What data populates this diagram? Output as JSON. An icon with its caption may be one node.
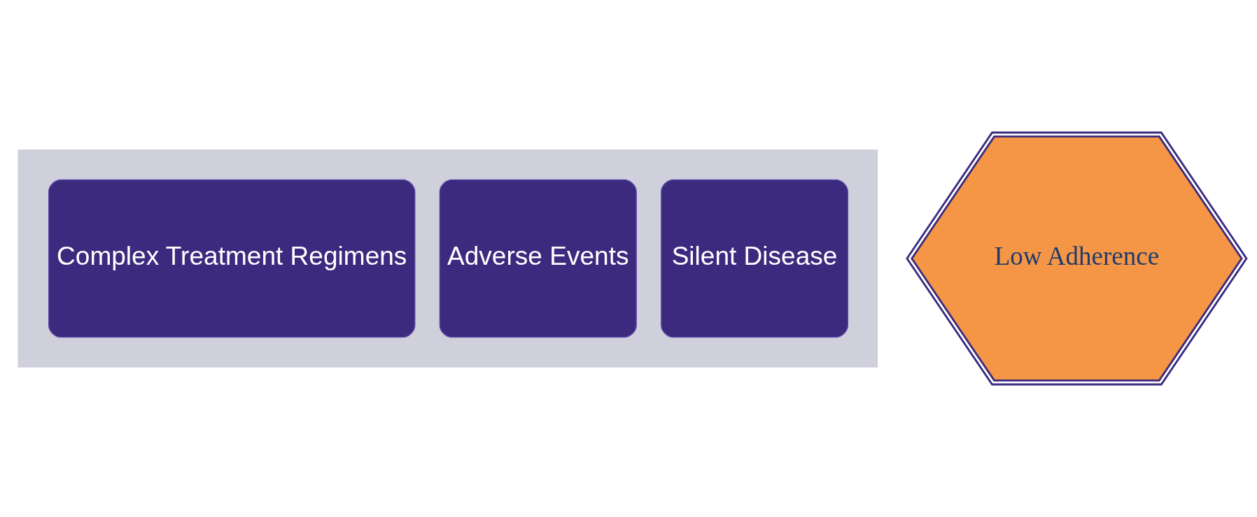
{
  "diagram": {
    "nodes": [
      {
        "text": [],
        "shape": "arrow"
      },
      {
        "text": [
          "Silent Disease"
        ],
        "in": 0
      },
      {
        "text": [
          "Adverse Events"
        ],
        "in": 0
      },
      {
        "text": [
          "Complex Treatment Regimens"
        ],
        "in": 0
      },
      {
        "text": [
          "Low Adherence"
        ]
      }
    ]
  }
}
